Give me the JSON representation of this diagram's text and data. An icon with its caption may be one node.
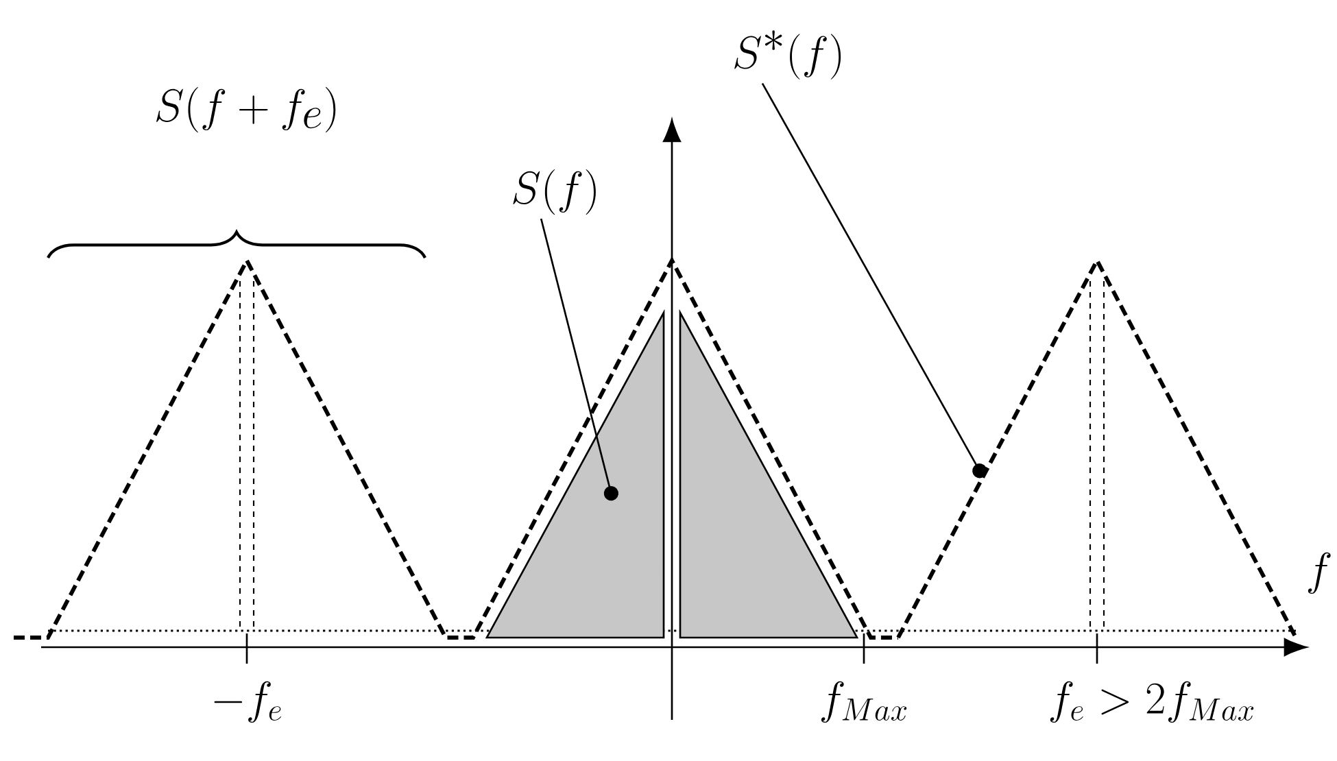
{
  "diagram": {
    "nodes": [
      {
        "text": [
          "S(f)"
        ]
      },
      {
        "text": [],
        "shape": "triangle"
      },
      {
        "text": [
          "S^*(f)"
        ]
      },
      {
        "text": [],
        "shape": "triangle"
      }
    ],
    "edges": [
      {
        "from": 0,
        "to": 1,
        "arrow": "other"
      },
      {
        "from": 2,
        "to": 3,
        "arrow": "other"
      }
    ],
    "labels": [
      "S(f+f_e)",
      "f",
      "-f_e",
      "f_{Max}",
      "f_e>2f_{Max}"
    ]
  }
}
